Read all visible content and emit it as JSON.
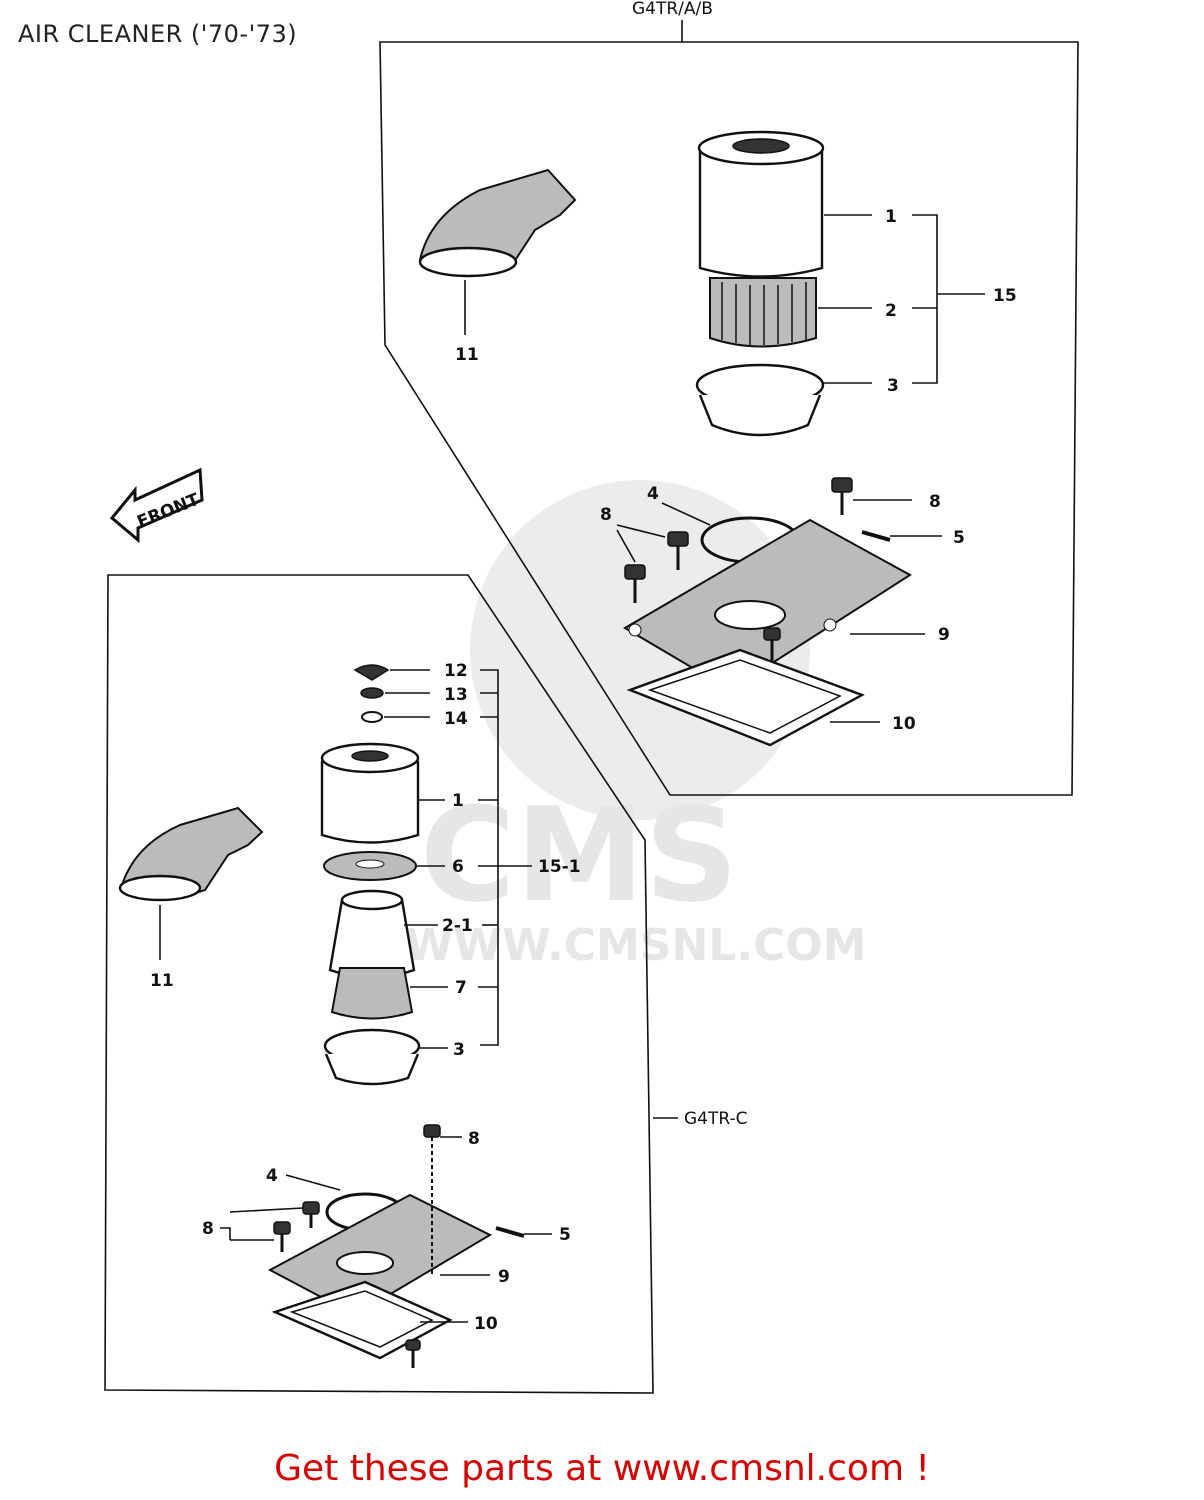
{
  "title": "AIR CLEANER ('70-'73)",
  "footer": "Get these parts at www.cmsnl.com !",
  "watermark": {
    "brand": "CMS",
    "url": "WWW.CMSNL.COM"
  },
  "front_label": "FRONT",
  "groups": {
    "top": {
      "name": "G4TR/A/B"
    },
    "bottom": {
      "name": "G4TR-C"
    }
  },
  "callouts_top": [
    "1",
    "2",
    "3",
    "15",
    "11",
    "4",
    "8",
    "8",
    "5",
    "9",
    "10"
  ],
  "callouts_bottom": [
    "12",
    "13",
    "14",
    "1",
    "6",
    "15-1",
    "2-1",
    "7",
    "3",
    "11",
    "8",
    "4",
    "8",
    "5",
    "9",
    "10"
  ]
}
